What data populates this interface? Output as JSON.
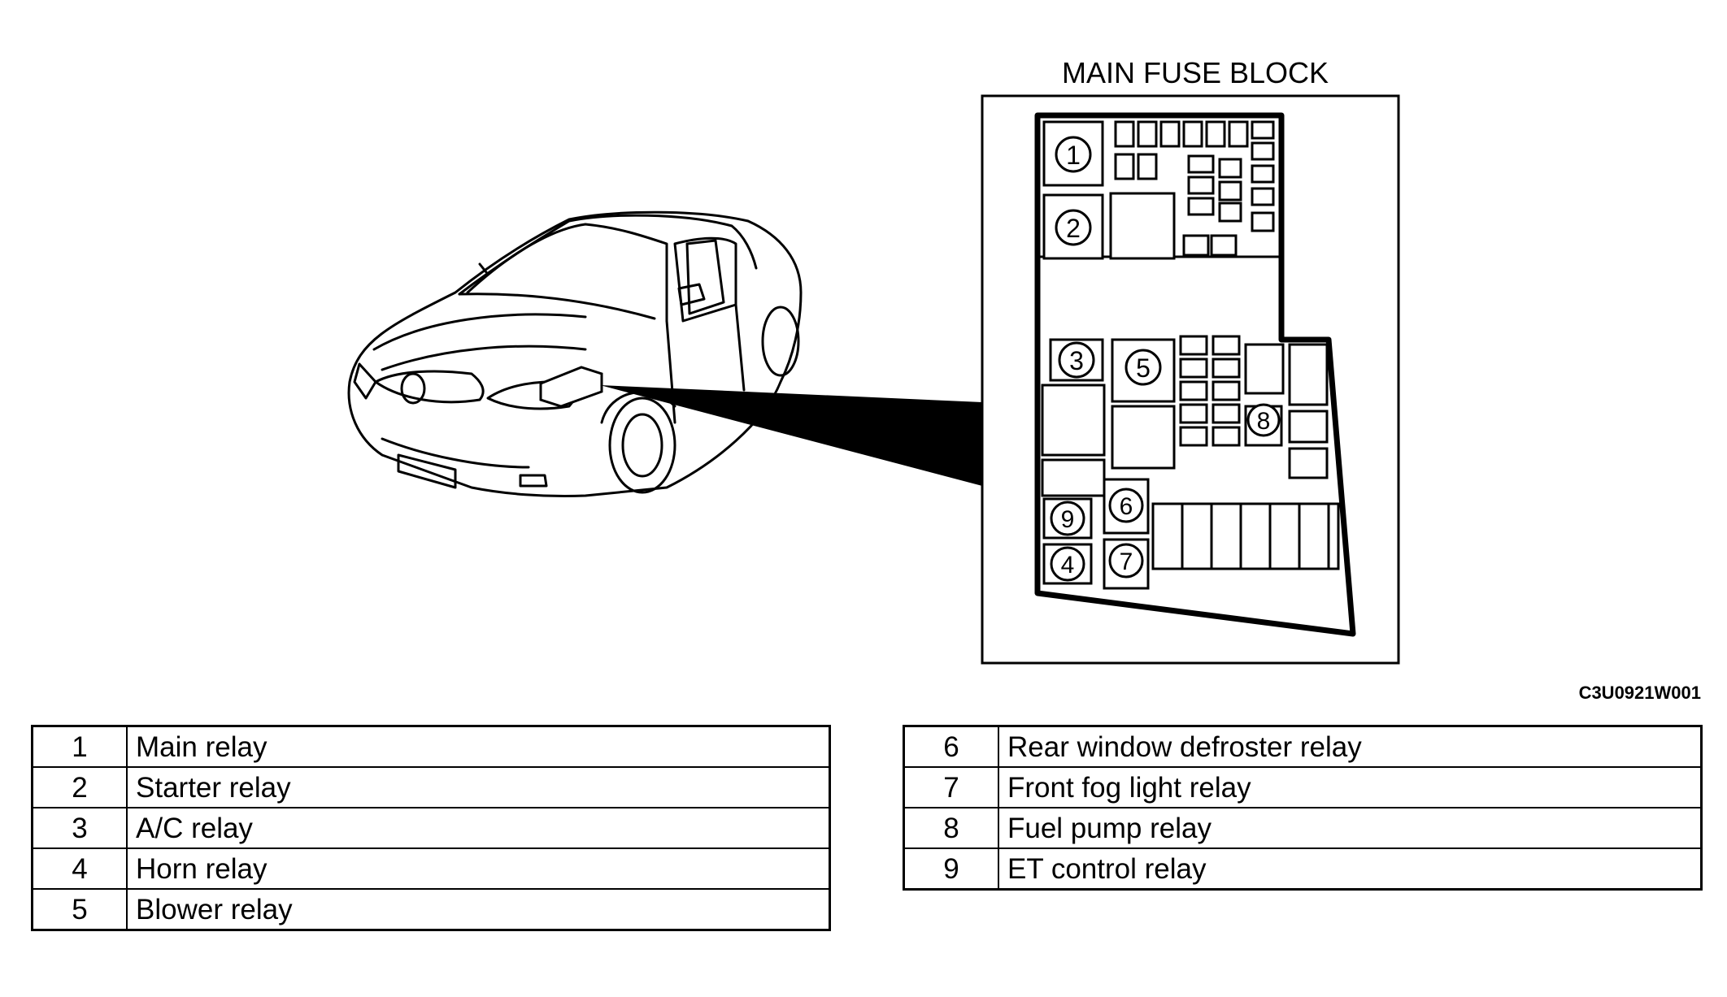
{
  "diagram": {
    "block_title": "MAIN FUSE BLOCK",
    "reference_code": "C3U0921W001",
    "callouts": [
      "1",
      "2",
      "3",
      "4",
      "5",
      "6",
      "7",
      "8",
      "9"
    ]
  },
  "legend_left": [
    {
      "num": "1",
      "name": "Main relay"
    },
    {
      "num": "2",
      "name": "Starter relay"
    },
    {
      "num": "3",
      "name": "A/C relay"
    },
    {
      "num": "4",
      "name": "Horn relay"
    },
    {
      "num": "5",
      "name": "Blower relay"
    }
  ],
  "legend_right": [
    {
      "num": "6",
      "name": "Rear window defroster relay"
    },
    {
      "num": "7",
      "name": "Front fog light relay"
    },
    {
      "num": "8",
      "name": "Fuel pump relay"
    },
    {
      "num": "9",
      "name": "ET control relay"
    }
  ]
}
